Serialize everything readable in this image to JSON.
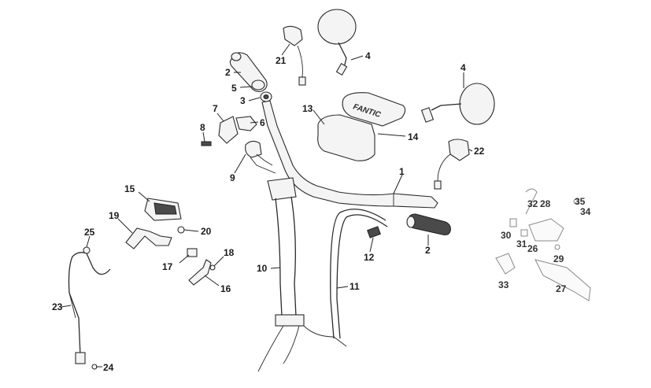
{
  "diagram": {
    "brand_text": "FANTIC",
    "callouts": [
      "1",
      "2",
      "2",
      "3",
      "4",
      "4",
      "5",
      "6",
      "7",
      "8",
      "9",
      "10",
      "11",
      "12",
      "13",
      "14",
      "15",
      "16",
      "17",
      "18",
      "19",
      "20",
      "21",
      "22",
      "23",
      "24",
      "25",
      "26",
      "27",
      "28",
      "29",
      "30",
      "31",
      "32",
      "33",
      "34",
      "35"
    ]
  }
}
